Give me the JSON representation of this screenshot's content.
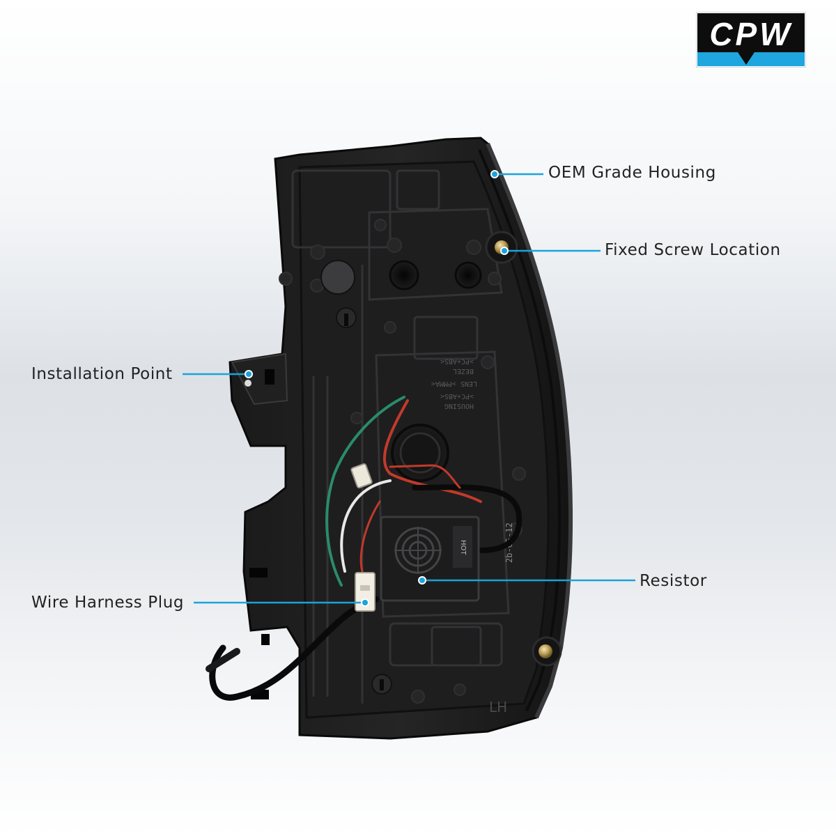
{
  "brand": {
    "logo_text": "CPW",
    "colors": {
      "black": "#0d0d0d",
      "blue": "#1fa6de"
    }
  },
  "callouts": {
    "housing": "OEM Grade Housing",
    "screw": "Fixed Screw Location",
    "install": "Installation Point",
    "resistor": "Resistor",
    "harness": "Wire Harness Plug"
  },
  "accent_color": "#1ba3dc",
  "part_markings": {
    "mold_text": [
      "HOUSING",
      ">PC+ABS<",
      "LENS >PMMA<",
      "BEZEL",
      ">PC+ABS<"
    ],
    "date_code": "2b-05-12",
    "side": "LH",
    "hot_label": "HOT"
  }
}
